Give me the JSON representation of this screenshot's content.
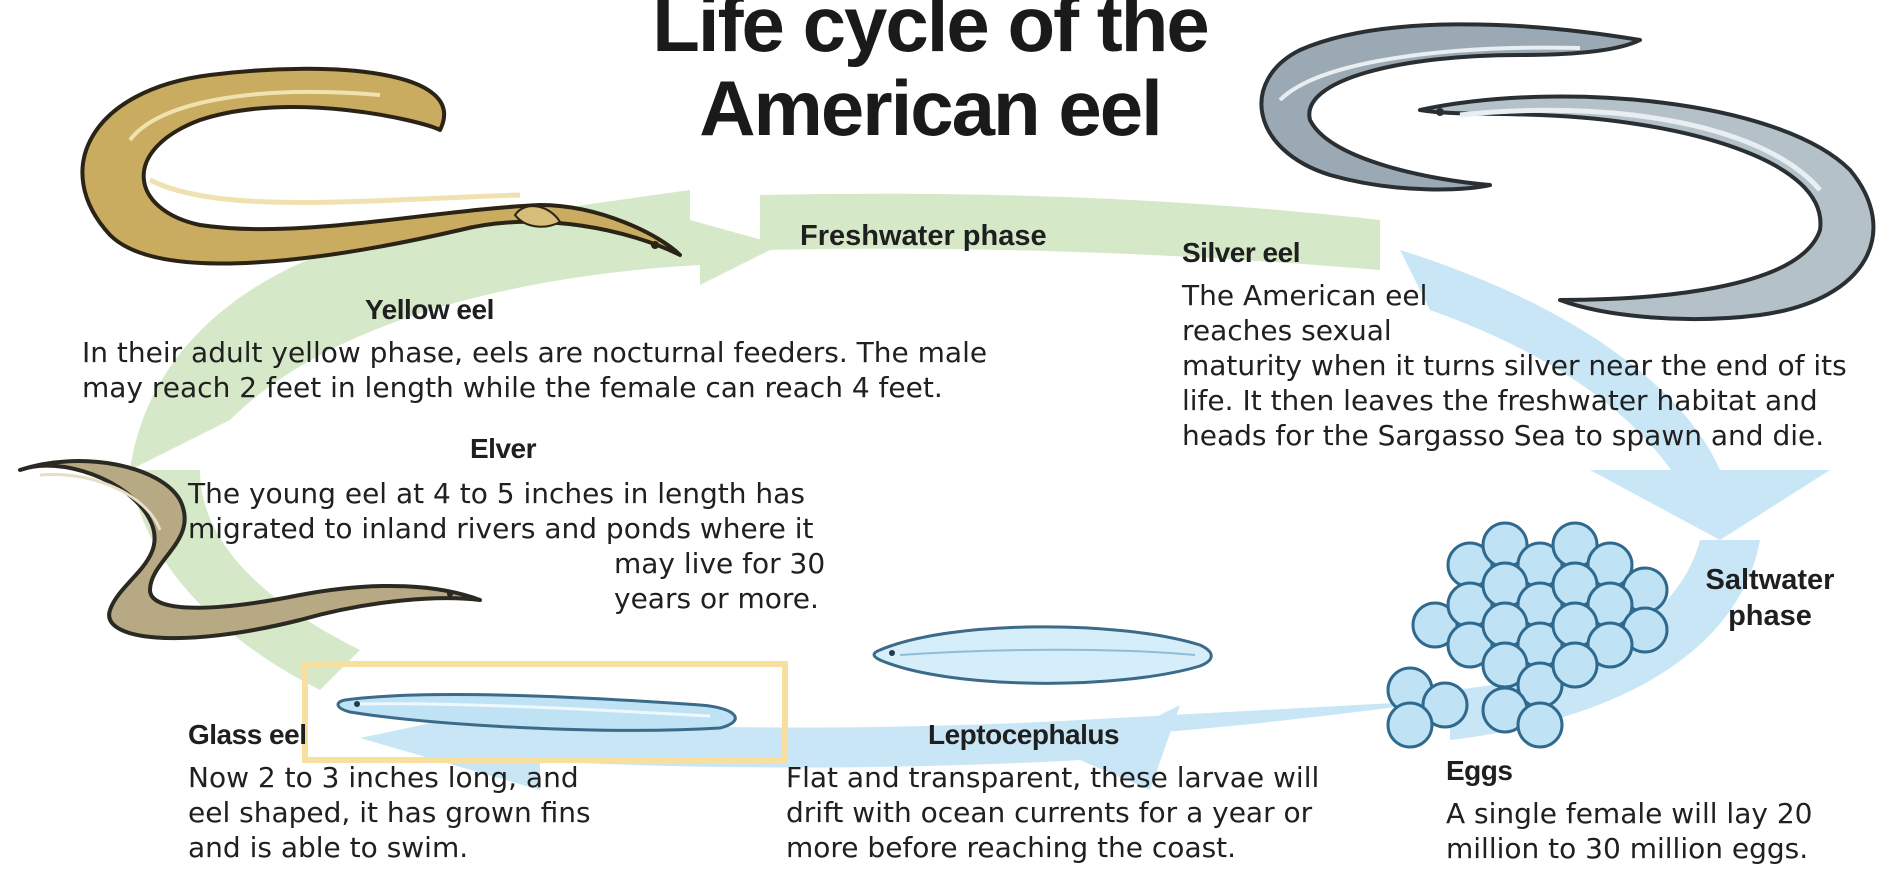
{
  "title_line1": "Life cycle of the",
  "title_line2": "American eel",
  "phases": {
    "freshwater": "Freshwater phase",
    "saltwater": "Saltwater\nphase"
  },
  "stages": {
    "yellow": {
      "heading": "Yellow eel",
      "text": "In their adult yellow phase, eels are nocturnal feeders. The male\nmay reach 2 feet in length while the female can reach 4 feet."
    },
    "silver": {
      "heading": "Silver eel",
      "text": "The American eel\nreaches sexual\nmaturity when it turns silver near the end of its\nlife. It then leaves the freshwater habitat and\nheads for the Sargasso Sea to spawn and die."
    },
    "elver": {
      "heading": "Elver",
      "text": "The young eel at 4 to 5 inches in length has\nmigrated to inland rivers and ponds where it",
      "text_tail": "may live for 30\nyears or more."
    },
    "glass": {
      "heading": "Glass eel",
      "text": "Now 2 to 3 inches long, and\neel shaped, it has grown fins\nand is able to swim."
    },
    "leptocephalus": {
      "heading": "Leptocephalus",
      "text": "Flat and transparent, these larvae will\ndrift with ocean currents for a year or\nmore before reaching the coast."
    },
    "eggs": {
      "heading": "Eggs",
      "text": "A single female will lay 20\nmillion to 30 million eggs."
    }
  },
  "colors": {
    "freshwater_arrow": "#d5e9c9",
    "saltwater_arrow": "#c8e6f6",
    "yellow_eel": "#c9ac5f",
    "silver_eel": "#9aa9b3",
    "egg": "#bfe2f5",
    "highlight_box": "#f7dfa0"
  },
  "icons": [
    "yellow-eel-illustration",
    "silver-eel-illustration",
    "elver-illustration",
    "glass-eel-illustration",
    "leptocephalus-illustration",
    "eggs-cluster-illustration"
  ]
}
